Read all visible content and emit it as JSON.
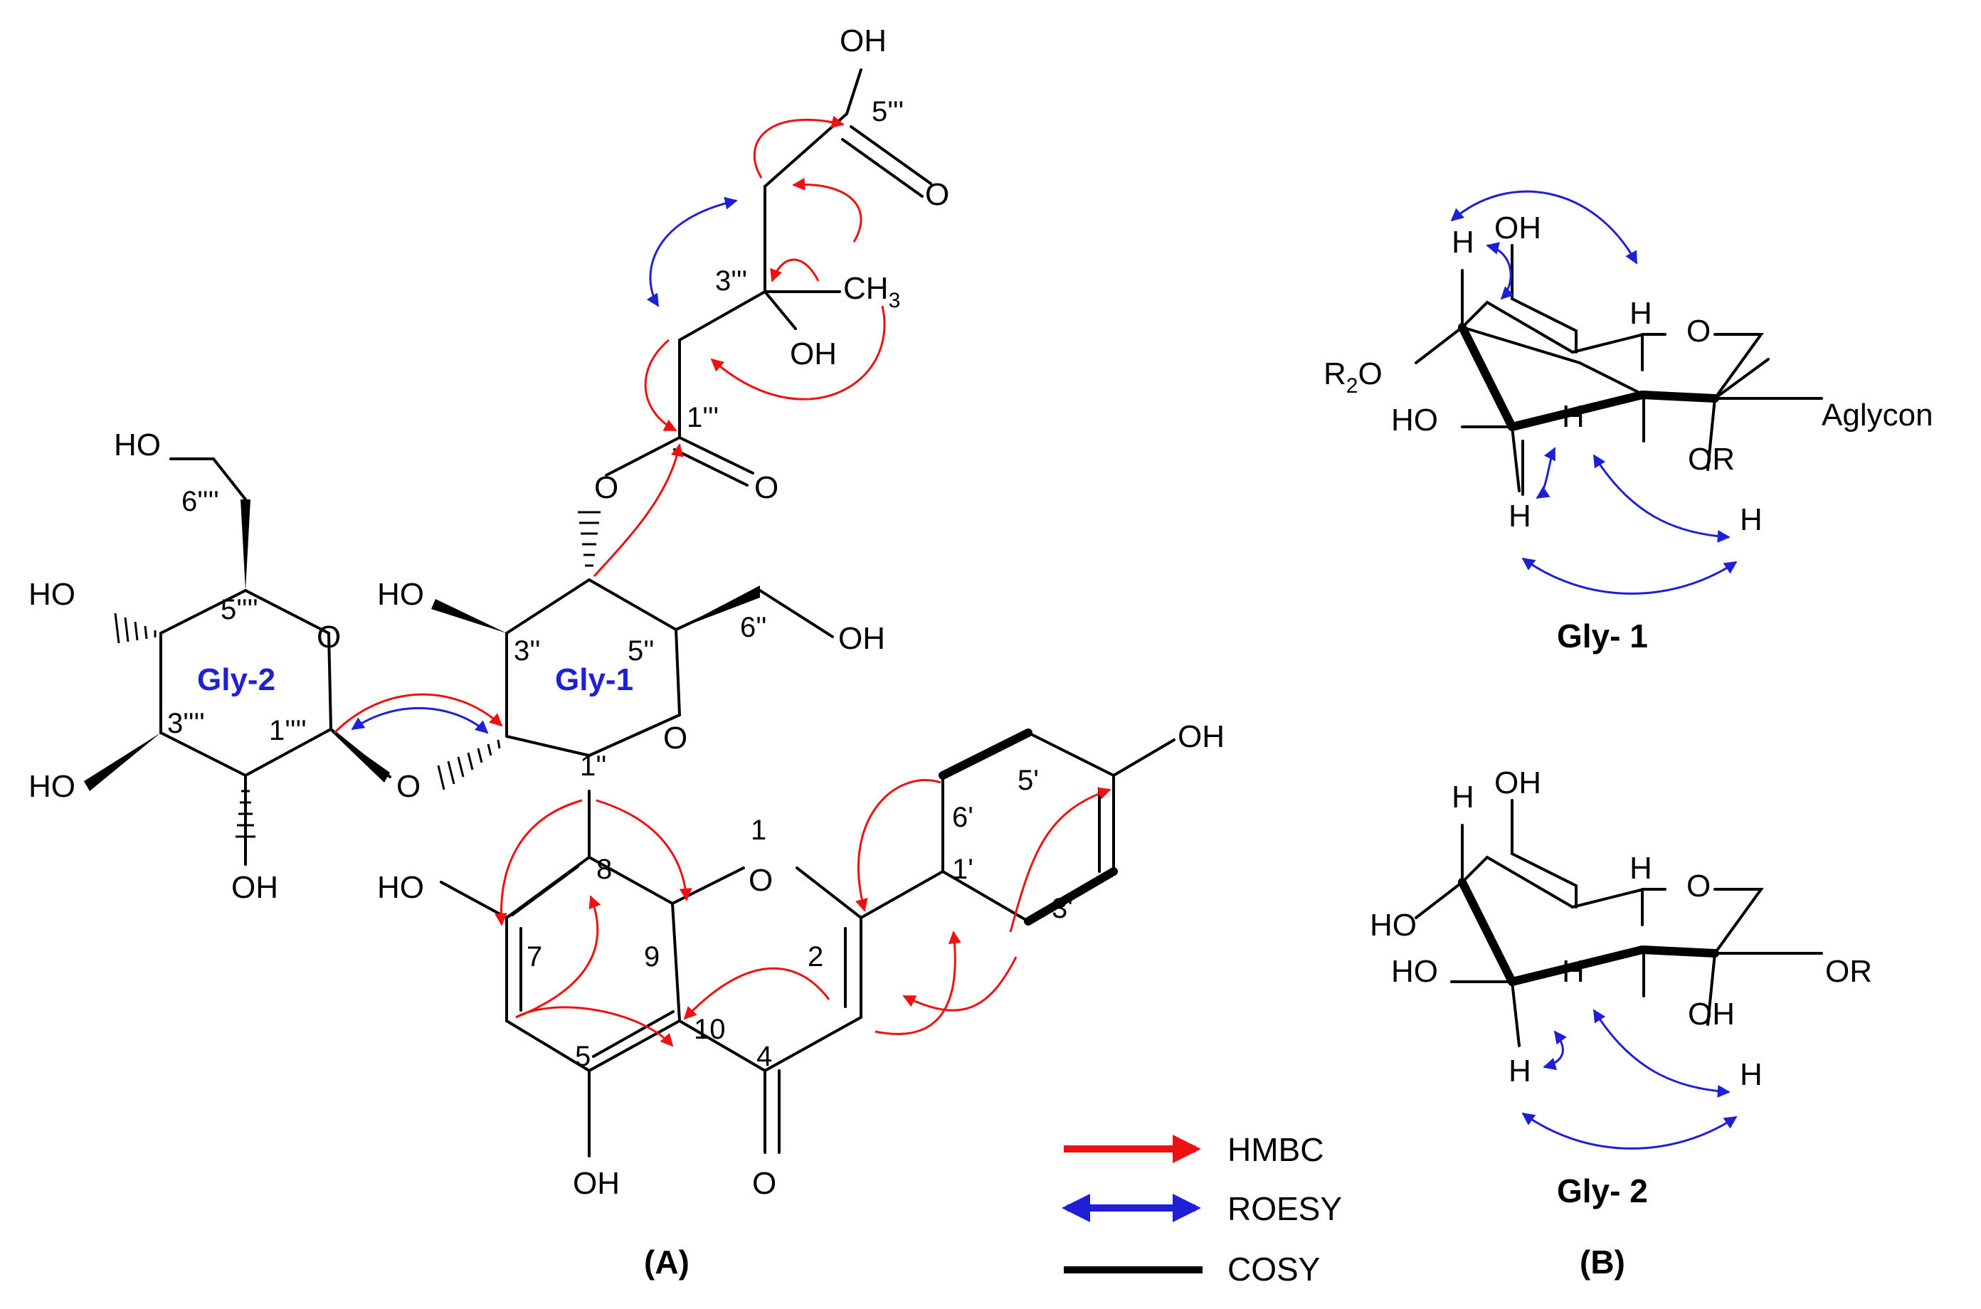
{
  "colors": {
    "hmbc": "#ee1111",
    "roesy": "#1f1fd6",
    "cosy": "#000000",
    "ring_label": "#1f1fd6"
  },
  "panelA": {
    "caption": "(A)",
    "ring_labels": {
      "gly1": "Gly-1",
      "gly2": "Gly-2"
    },
    "atoms": {
      "oh_top": "OH",
      "o_acid": "O",
      "ch3": "CH",
      "ch3_sub": "3",
      "oh_c3": "OH",
      "o_ester": "O",
      "o_ester_link": "O",
      "ho_c6q": "HO",
      "ho_c4q": "HO",
      "ho_c2q": "HO",
      "oh_c2q": "OH",
      "o_ring_gly2": "O",
      "o_link": "O",
      "ho_c2g1": "HO",
      "oh_c6g1": "OH",
      "o_ring_gly1": "O",
      "ho_c7": "HO",
      "o1": "O",
      "oh_c5": "OH",
      "o_c4": "O",
      "oh_c4p": "OH"
    },
    "numbers": {
      "c5t": "5'''",
      "c3t": "3'''",
      "c1t": "1'''",
      "c6q": "6''''",
      "c5q": "5''''",
      "c3q": "3''''",
      "c1q": "1''''",
      "c3d": "3''",
      "c5d": "5''",
      "c6d": "6''",
      "c1d": "1''",
      "n1": "1",
      "n8": "8",
      "n7": "7",
      "n9": "9",
      "n2": "2",
      "n10": "10",
      "n5": "5",
      "n4": "4",
      "n6p": "6'",
      "n5p": "5'",
      "n1p": "1'",
      "n3p": "3'"
    }
  },
  "panelB": {
    "caption": "(B)",
    "gly1": {
      "title": "Gly- 1",
      "labels": {
        "h_top": "H",
        "oh_top": "OH",
        "h_ax": "H",
        "o_ring": "O",
        "r2o": "R",
        "r2o_sub": "2",
        "r2o_o": "O",
        "ho": "HO",
        "h_mid": "H",
        "or": "OR",
        "aglycon": "Aglycon",
        "h_low": "H",
        "h_right": "H"
      }
    },
    "gly2": {
      "title": "Gly- 2",
      "labels": {
        "h_top": "H",
        "oh_top": "OH",
        "h_ax": "H",
        "o_ring": "O",
        "ho1": "HO",
        "ho2": "HO",
        "h_mid": "H",
        "oh_mid": "OH",
        "or": "OR",
        "h_low": "H",
        "h_right": "H"
      }
    }
  },
  "legend": {
    "hmbc": "HMBC",
    "roesy": "ROESY",
    "cosy": "COSY"
  }
}
